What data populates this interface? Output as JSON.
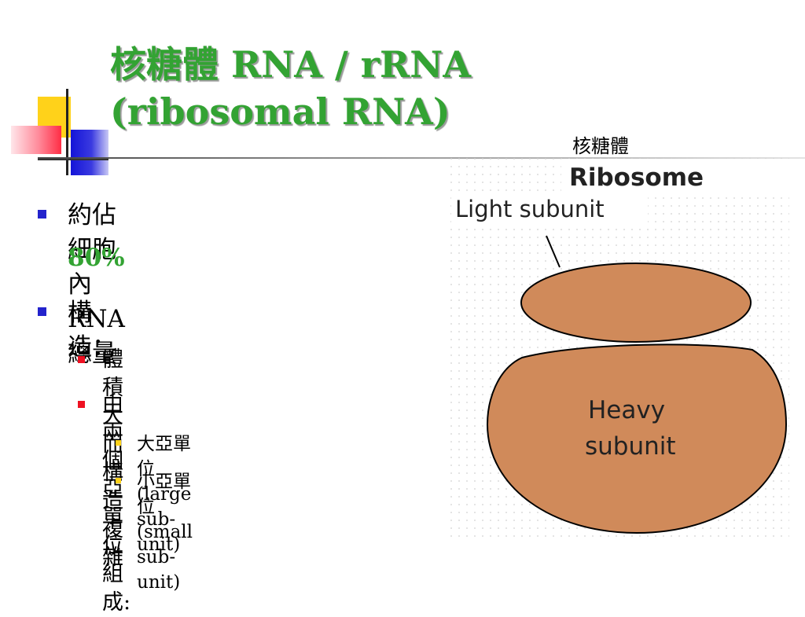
{
  "slide": {
    "title_line1": "核糖體 RNA / rRNA",
    "title_line2": "(ribosomal RNA)",
    "bullets": [
      {
        "text": "約佔細胞內 RNA 總量",
        "highlight": "80%"
      },
      {
        "text": "構造："
      }
    ],
    "sub_bullets": [
      {
        "text": "體積大而構造複雜"
      },
      {
        "text": "由兩個亞單位組成:"
      }
    ],
    "sub_sub_bullets": [
      {
        "text": "大亞單位 (large sub-unit)"
      },
      {
        "text": "小亞單位 (small sub-unit)"
      }
    ]
  },
  "figure": {
    "caption_zh": "核糖體",
    "title": "Ribosome",
    "light_label": "Light subunit",
    "heavy_label_line1": "Heavy",
    "heavy_label_line2": "subunit",
    "fill_color": "#d08a5a",
    "stroke_color": "#000000",
    "grid_color": "#d0d0d0"
  },
  "colors": {
    "title_green": "#33a333",
    "bullet_blue": "#2323cc",
    "bullet_red": "#ee1122",
    "bullet_yellow": "#ffd21a"
  }
}
